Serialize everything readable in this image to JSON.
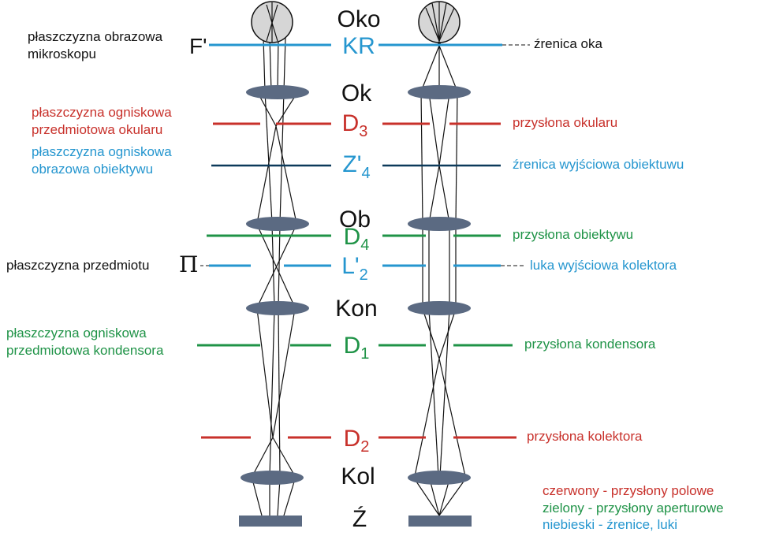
{
  "colors": {
    "red": "#c8312b",
    "green": "#1f9347",
    "blue": "#2596cf",
    "lens": "#5b6a82",
    "eye": "#d6d6d6",
    "ink": "#111111",
    "navy": "#0c3a5a"
  },
  "center": {
    "oko": "Oko",
    "kr": "KR",
    "ok": "Ok",
    "d3": {
      "base": "D",
      "sub": "3"
    },
    "z4": {
      "base": "Z'",
      "sub": "4"
    },
    "ob": "Ob",
    "d4": {
      "base": "D",
      "sub": "4"
    },
    "l2": {
      "base": "L'",
      "sub": "2"
    },
    "kon": "Kon",
    "d1": {
      "base": "D",
      "sub": "1"
    },
    "d2": {
      "base": "D",
      "sub": "2"
    },
    "kol": "Kol",
    "zs": "Ź"
  },
  "left": {
    "f_mark": "F'",
    "pi_mark": "Π",
    "image_plane": [
      "płaszczyzna obrazowa",
      "mikroskopu"
    ],
    "ocular_focal": [
      "płaszczyzna ogniskowa",
      "przedmiotowa okularu"
    ],
    "objective_focal": [
      "płaszczyzna ogniskowa",
      "obrazowa obiektywu"
    ],
    "object_plane": "płaszczyzna przedmiotu",
    "condenser_focal": [
      "płaszczyzna ogniskowa",
      "przedmiotowa kondensora"
    ]
  },
  "right": {
    "eye_pupil": "źrenica oka",
    "ocular_stop": "przysłona okularu",
    "exit_pupil": "źrenica wyjściowa obiektuwu",
    "objective_stop": "przysłona obiektywu",
    "collector_window": "luka wyjściowa kolektora",
    "condenser_stop": "przysłona kondensora",
    "collector_stop": "przysłona kolektora"
  },
  "legend": {
    "red": "czerwony - przysłony polowe",
    "green": "zielony - przysłony aperturowe",
    "blue": "niebieski - źrenice, luki"
  }
}
